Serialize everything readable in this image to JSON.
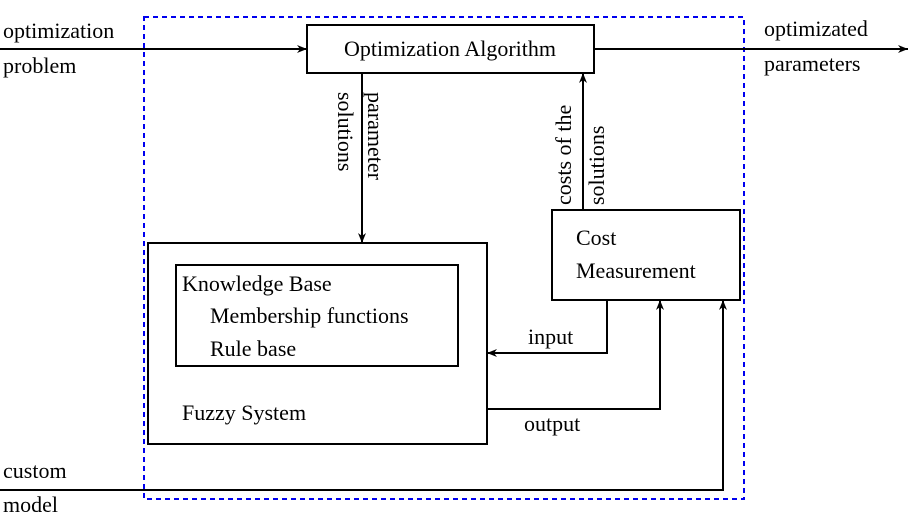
{
  "labels": {
    "optimization_problem_line1": "optimization",
    "optimization_problem_line2": "problem",
    "optimized_parameters_line1": "optimizated",
    "optimized_parameters_line2": "parameters",
    "custom_model_line1": "custom",
    "custom_model_line2": "model",
    "parameter_solutions_line1": "parameter",
    "parameter_solutions_line2": "solutions",
    "costs_of_solutions_line1": "costs of the",
    "costs_of_solutions_line2": "solutions",
    "input": "input",
    "output": "output"
  },
  "boxes": {
    "optimization_algorithm": "Optimization Algorithm",
    "cost_measurement_line1": "Cost",
    "cost_measurement_line2": "Measurement",
    "knowledge_base": "Knowledge Base",
    "membership_functions": "Membership functions",
    "rule_base": "Rule base",
    "fuzzy_system": "Fuzzy System"
  },
  "colors": {
    "boundary": "#0000ee",
    "line": "#000000"
  }
}
